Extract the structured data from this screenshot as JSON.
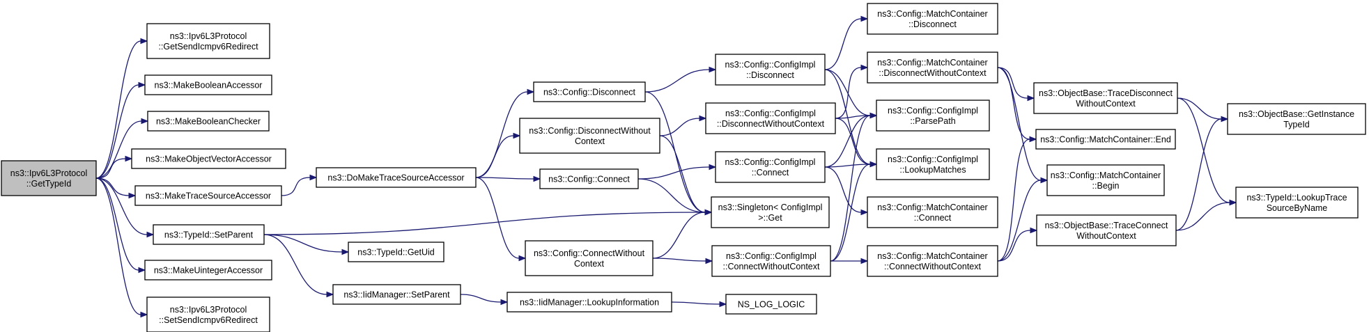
{
  "nodes": {
    "root": [
      "ns3::Ipv6L3Protocol",
      "::GetTypeId"
    ],
    "getSendIcmpv6Redirect": [
      "ns3::Ipv6L3Protocol",
      "::GetSendIcmpv6Redirect"
    ],
    "makeBooleanAccessor": [
      "ns3::MakeBooleanAccessor"
    ],
    "makeBooleanChecker": [
      "ns3::MakeBooleanChecker"
    ],
    "makeObjectVectorAccessor": [
      "ns3::MakeObjectVectorAccessor"
    ],
    "makeTraceSourceAccessor": [
      "ns3::MakeTraceSourceAccessor"
    ],
    "typeIdSetParent": [
      "ns3::TypeId::SetParent"
    ],
    "makeUintegerAccessor": [
      "ns3::MakeUintegerAccessor"
    ],
    "setSendIcmpv6Redirect": [
      "ns3::Ipv6L3Protocol",
      "::SetSendIcmpv6Redirect"
    ],
    "doMakeTraceSourceAccessor": [
      "ns3::DoMakeTraceSourceAccessor"
    ],
    "typeIdGetUid": [
      "ns3::TypeId::GetUid"
    ],
    "iidManagerSetParent": [
      "ns3::IidManager::SetParent"
    ],
    "configDisconnect": [
      "ns3::Config::Disconnect"
    ],
    "configDisconnectWithoutContext": [
      "ns3::Config::DisconnectWithout",
      "Context"
    ],
    "configConnect": [
      "ns3::Config::Connect"
    ],
    "configConnectWithoutContext": [
      "ns3::Config::ConnectWithout",
      "Context"
    ],
    "iidManagerLookupInformation": [
      "ns3::IidManager::LookupInformation"
    ],
    "configImplDisconnect": [
      "ns3::Config::ConfigImpl",
      "::Disconnect"
    ],
    "configImplDisconnectWithoutContext": [
      "ns3::Config::ConfigImpl",
      "::DisconnectWithoutContext"
    ],
    "configImplConnect": [
      "ns3::Config::ConfigImpl",
      "::Connect"
    ],
    "singletonGet": [
      "ns3::Singleton< ConfigImpl",
      ">::Get"
    ],
    "configImplConnectWithoutContext": [
      "ns3::Config::ConfigImpl",
      "::ConnectWithoutContext"
    ],
    "nsLogLogic": [
      "NS_LOG_LOGIC"
    ],
    "matchContainerDisconnect": [
      "ns3::Config::MatchContainer",
      "::Disconnect"
    ],
    "matchContainerDisconnectWithoutContext": [
      "ns3::Config::MatchContainer",
      "::DisconnectWithoutContext"
    ],
    "configImplParsePath": [
      "ns3::Config::ConfigImpl",
      "::ParsePath"
    ],
    "configImplLookupMatches": [
      "ns3::Config::ConfigImpl",
      "::LookupMatches"
    ],
    "matchContainerConnect": [
      "ns3::Config::MatchContainer",
      "::Connect"
    ],
    "matchContainerConnectWithoutContext": [
      "ns3::Config::MatchContainer",
      "::ConnectWithoutContext"
    ],
    "objectBaseTraceDisconnectWithoutContext": [
      "ns3::ObjectBase::TraceDisconnect",
      "WithoutContext"
    ],
    "matchContainerEnd": [
      "ns3::Config::MatchContainer::End"
    ],
    "matchContainerBegin": [
      "ns3::Config::MatchContainer",
      "::Begin"
    ],
    "objectBaseTraceConnectWithoutContext": [
      "ns3::ObjectBase::TraceConnect",
      "WithoutContext"
    ],
    "objectBaseGetInstanceTypeId": [
      "ns3::ObjectBase::GetInstance",
      "TypeId"
    ],
    "typeIdLookupTraceSourceByName": [
      "ns3::TypeId::LookupTrace",
      "SourceByName"
    ]
  },
  "edges": [
    [
      "root",
      "getSendIcmpv6Redirect"
    ],
    [
      "root",
      "makeBooleanAccessor"
    ],
    [
      "root",
      "makeBooleanChecker"
    ],
    [
      "root",
      "makeObjectVectorAccessor"
    ],
    [
      "root",
      "makeTraceSourceAccessor"
    ],
    [
      "root",
      "typeIdSetParent"
    ],
    [
      "root",
      "makeUintegerAccessor"
    ],
    [
      "root",
      "setSendIcmpv6Redirect"
    ],
    [
      "makeTraceSourceAccessor",
      "doMakeTraceSourceAccessor"
    ],
    [
      "typeIdSetParent",
      "singletonGet"
    ],
    [
      "typeIdSetParent",
      "typeIdGetUid"
    ],
    [
      "typeIdSetParent",
      "iidManagerSetParent"
    ],
    [
      "doMakeTraceSourceAccessor",
      "configDisconnect"
    ],
    [
      "doMakeTraceSourceAccessor",
      "configDisconnectWithoutContext"
    ],
    [
      "doMakeTraceSourceAccessor",
      "configConnect"
    ],
    [
      "doMakeTraceSourceAccessor",
      "configConnectWithoutContext"
    ],
    [
      "iidManagerSetParent",
      "iidManagerLookupInformation"
    ],
    [
      "iidManagerLookupInformation",
      "nsLogLogic"
    ],
    [
      "configDisconnect",
      "configImplDisconnect"
    ],
    [
      "configDisconnect",
      "singletonGet"
    ],
    [
      "configDisconnectWithoutContext",
      "configImplDisconnectWithoutContext"
    ],
    [
      "configDisconnectWithoutContext",
      "singletonGet"
    ],
    [
      "configConnect",
      "configImplConnect"
    ],
    [
      "configConnect",
      "singletonGet"
    ],
    [
      "configConnectWithoutContext",
      "singletonGet"
    ],
    [
      "configConnectWithoutContext",
      "configImplConnectWithoutContext"
    ],
    [
      "configImplDisconnect",
      "matchContainerDisconnect"
    ],
    [
      "configImplDisconnect",
      "configImplParsePath"
    ],
    [
      "configImplDisconnect",
      "configImplLookupMatches"
    ],
    [
      "configImplDisconnectWithoutContext",
      "matchContainerDisconnectWithoutContext"
    ],
    [
      "configImplDisconnectWithoutContext",
      "configImplParsePath"
    ],
    [
      "configImplDisconnectWithoutContext",
      "configImplLookupMatches"
    ],
    [
      "configImplConnect",
      "configImplParsePath"
    ],
    [
      "configImplConnect",
      "configImplLookupMatches"
    ],
    [
      "configImplConnect",
      "matchContainerConnect"
    ],
    [
      "configImplConnectWithoutContext",
      "configImplParsePath"
    ],
    [
      "configImplConnectWithoutContext",
      "configImplLookupMatches"
    ],
    [
      "configImplConnectWithoutContext",
      "matchContainerConnectWithoutContext"
    ],
    [
      "matchContainerDisconnectWithoutContext",
      "objectBaseTraceDisconnectWithoutContext"
    ],
    [
      "matchContainerDisconnectWithoutContext",
      "matchContainerEnd"
    ],
    [
      "matchContainerDisconnectWithoutContext",
      "matchContainerBegin"
    ],
    [
      "matchContainerConnectWithoutContext",
      "matchContainerEnd"
    ],
    [
      "matchContainerConnectWithoutContext",
      "matchContainerBegin"
    ],
    [
      "matchContainerConnectWithoutContext",
      "objectBaseTraceConnectWithoutContext"
    ],
    [
      "objectBaseTraceDisconnectWithoutContext",
      "objectBaseGetInstanceTypeId"
    ],
    [
      "objectBaseTraceDisconnectWithoutContext",
      "typeIdLookupTraceSourceByName"
    ],
    [
      "objectBaseTraceConnectWithoutContext",
      "objectBaseGetInstanceTypeId"
    ],
    [
      "objectBaseTraceConnectWithoutContext",
      "typeIdLookupTraceSourceByName"
    ]
  ],
  "colors": {
    "edge": "#191970",
    "root_fill": "#bfbfbf",
    "node_fill": "#ffffff",
    "border": "#000000"
  }
}
